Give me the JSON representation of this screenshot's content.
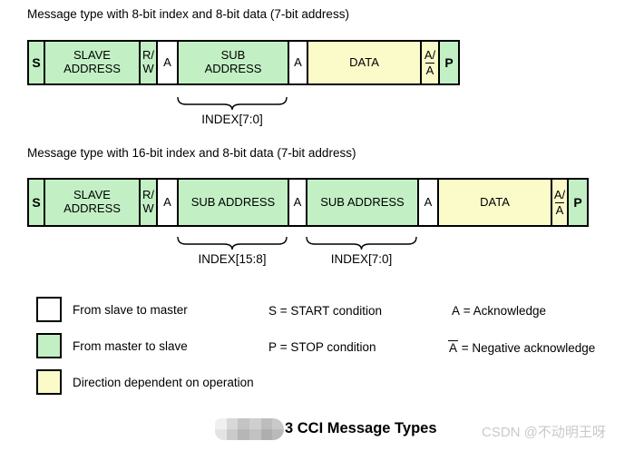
{
  "colors": {
    "master_to_slave": "#C2F0C4",
    "direction_dependent": "#FBFBC9",
    "slave_to_master": "#FFFFFF",
    "border": "#000000",
    "watermark": "#C9C9C9"
  },
  "diagram1": {
    "title": "Message type with 8-bit index and 8-bit data (7-bit address)",
    "boxes": [
      {
        "label": "S",
        "fill": "green"
      },
      {
        "label": "SLAVE\nADDRESS",
        "fill": "green"
      },
      {
        "label": "R/\nW",
        "fill": "green"
      },
      {
        "label": "A",
        "fill": "white"
      },
      {
        "label": "SUB\nADDRESS",
        "fill": "green"
      },
      {
        "label": "A",
        "fill": "white"
      },
      {
        "label": "DATA",
        "fill": "yellow"
      },
      {
        "top": "A/",
        "bottom": "A",
        "overline": true,
        "fill": "yellow"
      },
      {
        "label": "P",
        "fill": "green"
      }
    ],
    "index_label": "INDEX[7:0]"
  },
  "diagram2": {
    "title": "Message type with 16-bit index and 8-bit data (7-bit address)",
    "boxes": [
      {
        "label": "S",
        "fill": "green"
      },
      {
        "label": "SLAVE\nADDRESS",
        "fill": "green"
      },
      {
        "label": "R/\nW",
        "fill": "green"
      },
      {
        "label": "A",
        "fill": "white"
      },
      {
        "label": "SUB ADDRESS",
        "fill": "green"
      },
      {
        "label": "A",
        "fill": "white"
      },
      {
        "label": "SUB ADDRESS",
        "fill": "green"
      },
      {
        "label": "A",
        "fill": "white"
      },
      {
        "label": "DATA",
        "fill": "yellow"
      },
      {
        "top": "A/",
        "bottom": "A",
        "overline": true,
        "fill": "yellow"
      },
      {
        "label": "P",
        "fill": "green"
      }
    ],
    "index_label_high": "INDEX[15:8]",
    "index_label_low": "INDEX[7:0]"
  },
  "legend": {
    "swatches": [
      {
        "color": "white",
        "label": "From slave to master"
      },
      {
        "color": "green",
        "label": "From master to slave"
      },
      {
        "color": "yellow",
        "label": "Direction dependent on operation"
      }
    ],
    "definitions": [
      {
        "symbol": "S",
        "text": "= START condition"
      },
      {
        "symbol": "P",
        "text": "= STOP condition"
      },
      {
        "symbol": "A",
        "text": "= Acknowledge"
      },
      {
        "symbol": "A",
        "overline": true,
        "text": "= Negative acknowledge"
      }
    ]
  },
  "caption": {
    "title": "3 CCI Message Types",
    "watermark": "CSDN @不动明王呀"
  }
}
